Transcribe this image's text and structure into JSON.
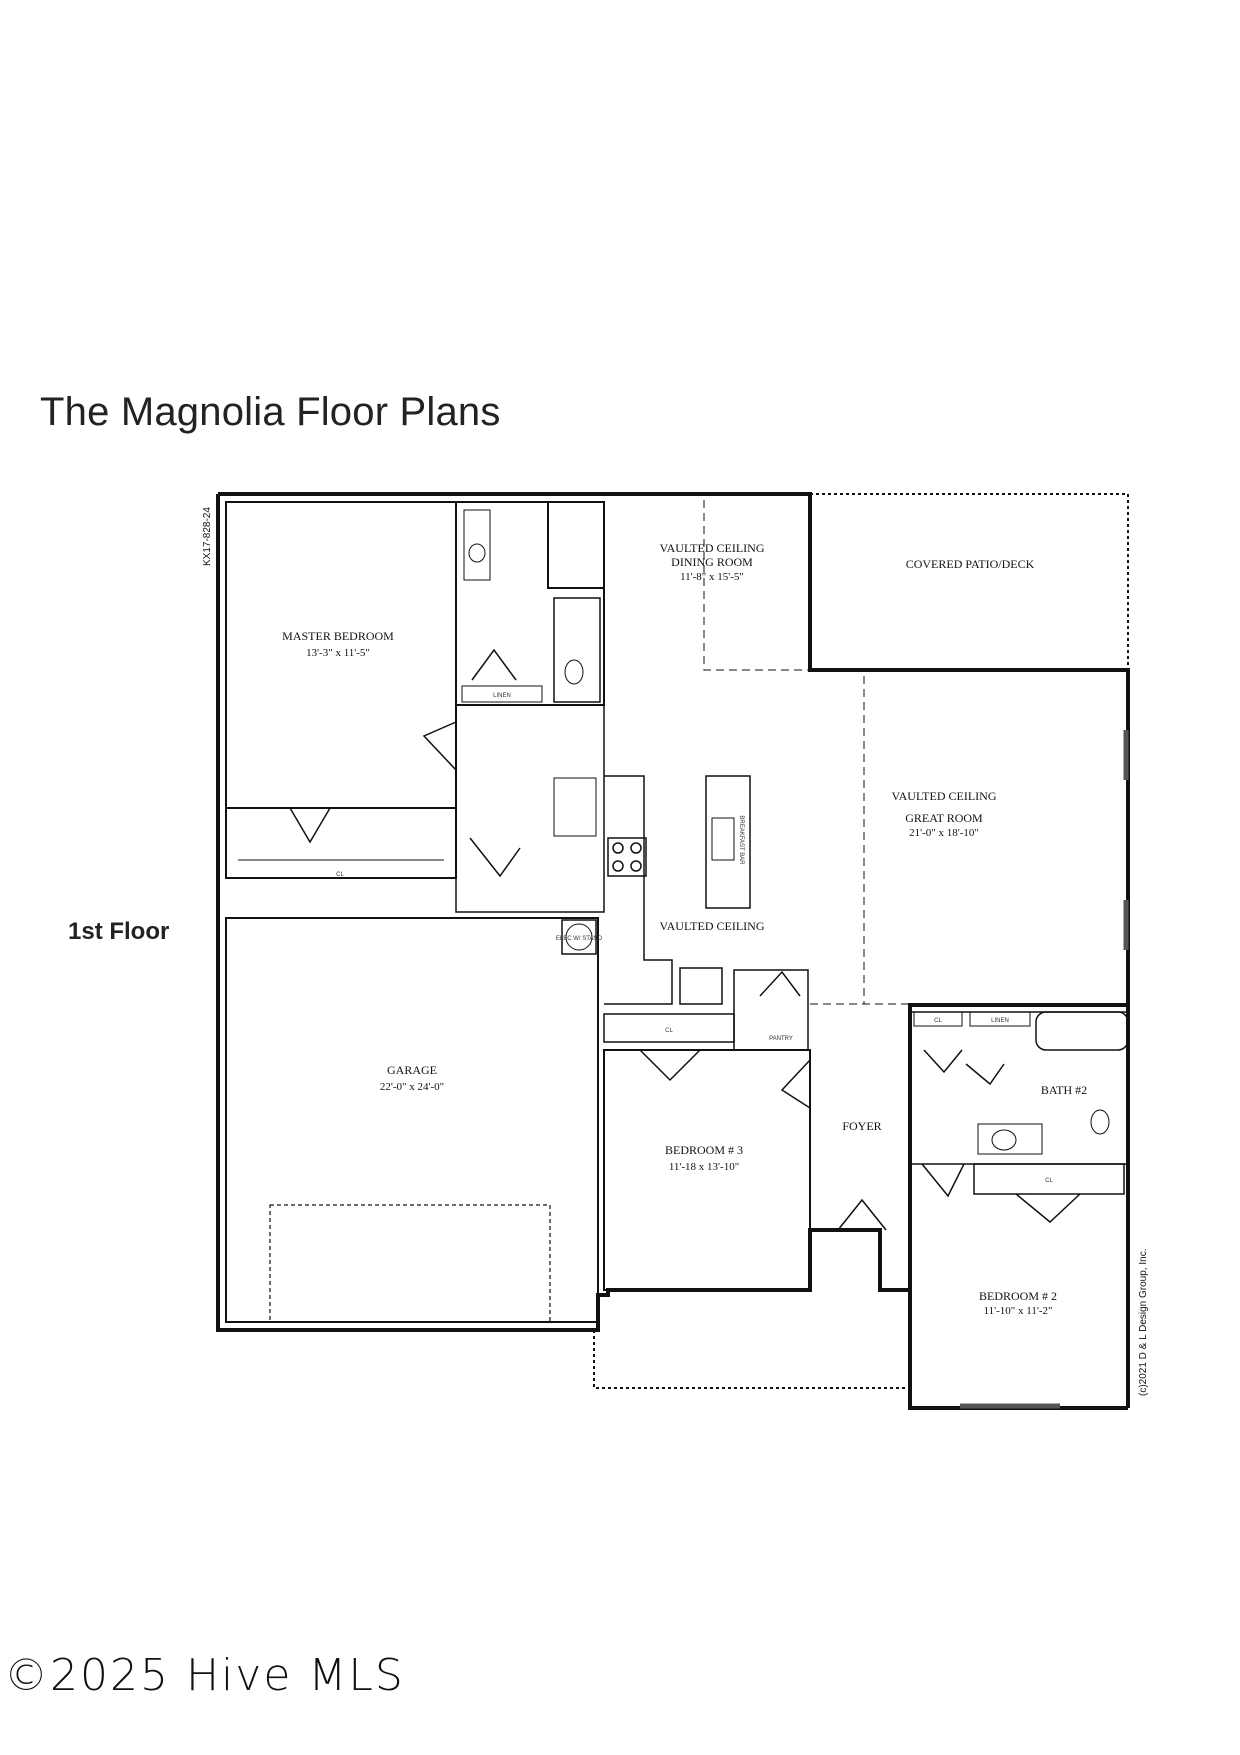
{
  "title": "The Magnolia Floor Plans",
  "floor_label": "1st Floor",
  "watermark": "©2025 Hive MLS",
  "plan_code": "KX17-828-24",
  "copyright": "(c)2021 D & L Design Group, Inc.",
  "rooms": {
    "master_bedroom": {
      "name": "MASTER BEDROOM",
      "dims": "13'-3\" x 11'-5\""
    },
    "dining_room": {
      "ceiling": "VAULTED CEILING",
      "name": "DINING ROOM",
      "dims": "11'-8\" x 15'-5\""
    },
    "covered_patio": {
      "name": "COVERED PATIO/DECK"
    },
    "great_room": {
      "ceiling": "VAULTED CEILING",
      "name": "GREAT ROOM",
      "dims": "21'-0\" x 18'-10\""
    },
    "kitchen": {
      "ceiling": "VAULTED CEILING"
    },
    "garage": {
      "name": "GARAGE",
      "dims": "22'-0\" x 24'-0\""
    },
    "bedroom_3": {
      "name": "BEDROOM # 3",
      "dims": "11'-18 x 13'-10\""
    },
    "foyer": {
      "name": "FOYER"
    },
    "bath_2": {
      "name": "BATH #2"
    },
    "bedroom_2": {
      "name": "BEDROOM # 2",
      "dims": "11'-10\" x 11'-2\""
    }
  },
  "small_labels": {
    "linen": "LINEN",
    "pantry": "PANTRY",
    "breakfast_bar": "BREAKFAST BAR",
    "water_heater": "ELEC W/ STAND",
    "closet": "CL"
  }
}
